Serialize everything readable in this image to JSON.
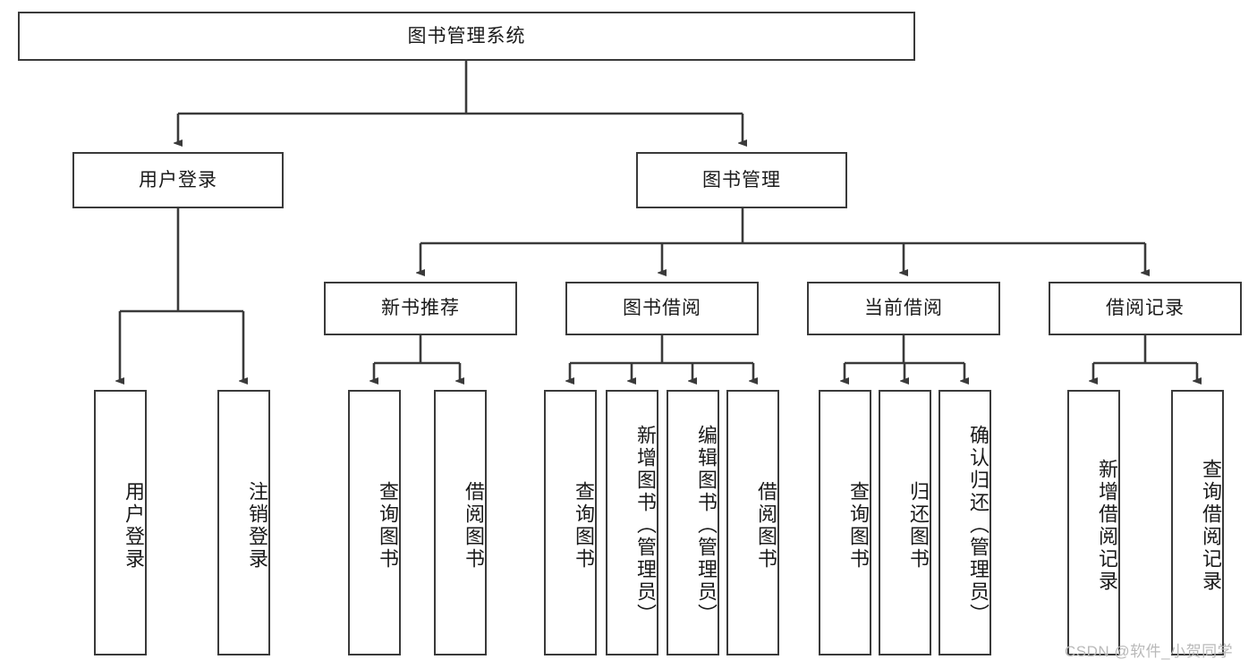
{
  "diagram": {
    "title": "图书管理系统",
    "type": "tree-hierarchy-diagram",
    "root": {
      "label": "图书管理系统"
    },
    "level2": [
      {
        "label": "用户登录"
      },
      {
        "label": "图书管理"
      }
    ],
    "level3": [
      {
        "label": "新书推荐"
      },
      {
        "label": "图书借阅"
      },
      {
        "label": "当前借阅"
      },
      {
        "label": "借阅记录"
      }
    ],
    "leaves": {
      "user_login": [
        {
          "label": "用户登录"
        },
        {
          "label": "注销登录"
        }
      ],
      "new_book_recommend": [
        {
          "label": "查询图书"
        },
        {
          "label": "借阅图书"
        }
      ],
      "book_borrow": [
        {
          "label": "查询图书"
        },
        {
          "label": "新增图书（管理员）"
        },
        {
          "label": "编辑图书（管理员）"
        },
        {
          "label": "借阅图书"
        }
      ],
      "current_borrow": [
        {
          "label": "查询图书"
        },
        {
          "label": "归还图书"
        },
        {
          "label": "确认归还（管理员）"
        }
      ],
      "borrow_record": [
        {
          "label": "新增借阅记录"
        },
        {
          "label": "查询借阅记录"
        }
      ]
    }
  },
  "watermark": {
    "text": "CSDN @软件_小贺同学"
  },
  "colors": {
    "border": "#3a3a3a",
    "text": "#1a1a1a",
    "background": "#ffffff",
    "watermark": "#b9b9b9"
  }
}
